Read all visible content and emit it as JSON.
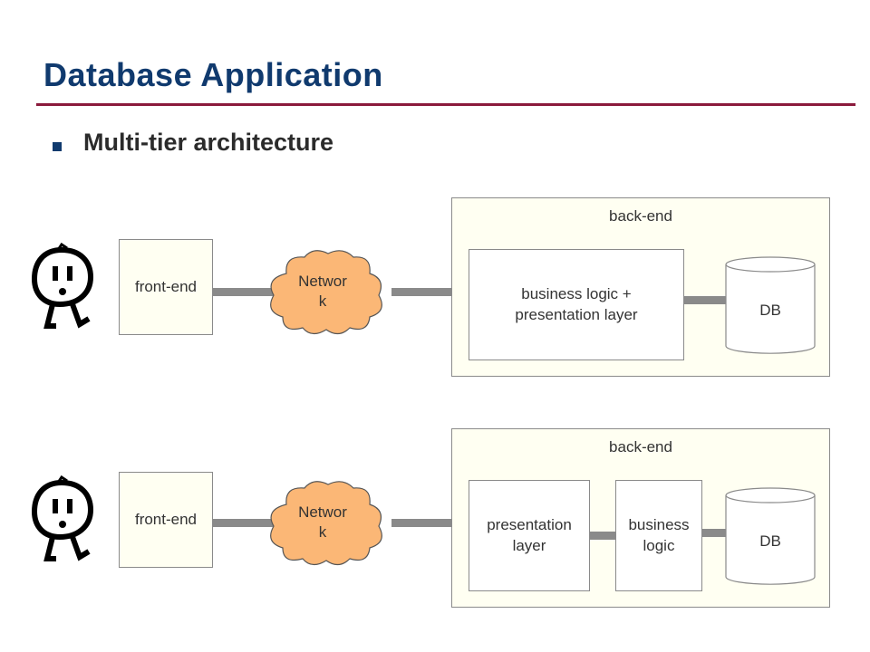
{
  "slide": {
    "title": "Database Application",
    "subtitle": "Multi-tier architecture"
  },
  "diagram_top": {
    "frontend_label": "front-end",
    "network_line1": "Networ",
    "network_line2": "k",
    "backend_label": "back-end",
    "server_line1": "business logic +",
    "server_line2": "presentation layer",
    "db_label": "DB"
  },
  "diagram_bottom": {
    "frontend_label": "front-end",
    "network_line1": "Networ",
    "network_line2": "k",
    "backend_label": "back-end",
    "presentation_line1": "presentation",
    "presentation_line2": "layer",
    "business_line1": "business",
    "business_line2": "logic",
    "db_label": "DB"
  },
  "colors": {
    "title": "#103a6e",
    "rule": "#8b1a3c",
    "cloud_fill": "#fbb776",
    "box_fill": "#fffff2",
    "connector": "#8a8a8a"
  },
  "icons": [
    "person-icon",
    "cloud-shape",
    "database-cylinder"
  ]
}
